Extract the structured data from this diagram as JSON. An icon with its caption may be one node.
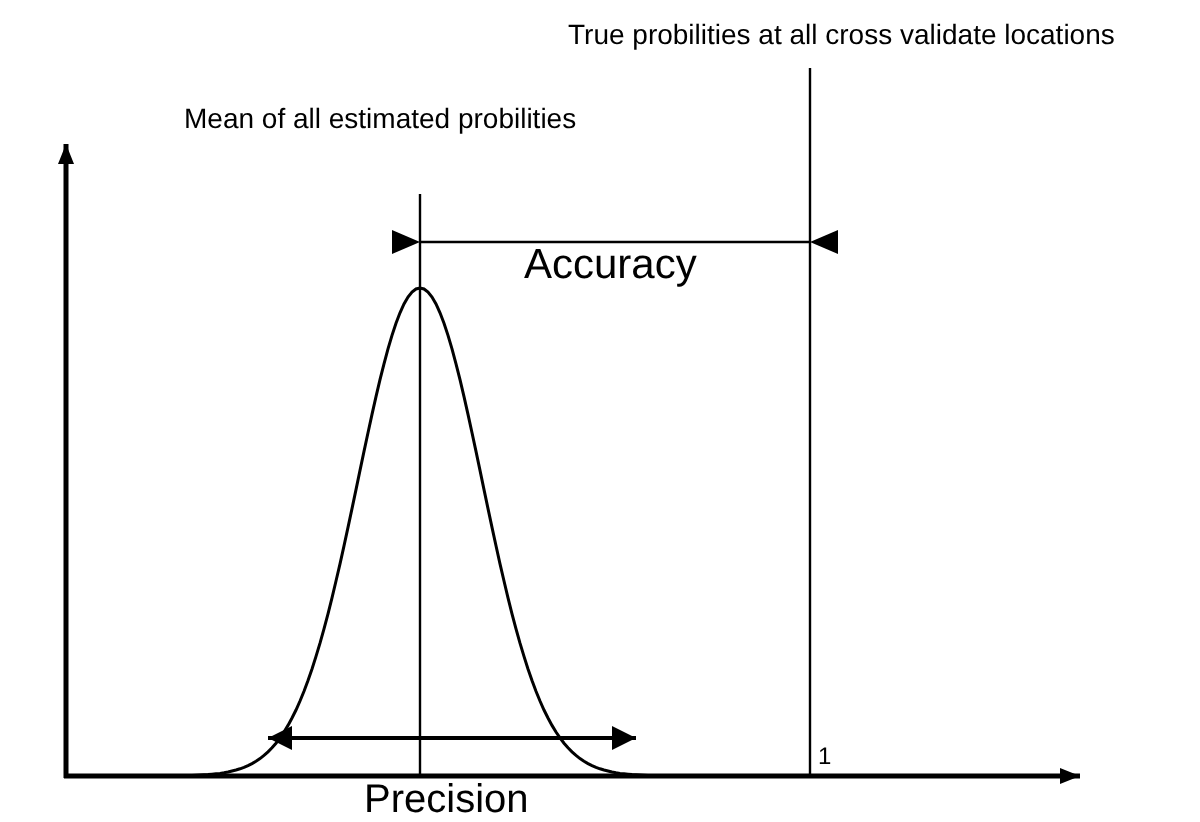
{
  "diagram": {
    "labels": [
      "True probilities at all cross validate locations",
      "Mean of all estimated probilities",
      "Accuracy",
      "1",
      "Precision"
    ]
  }
}
